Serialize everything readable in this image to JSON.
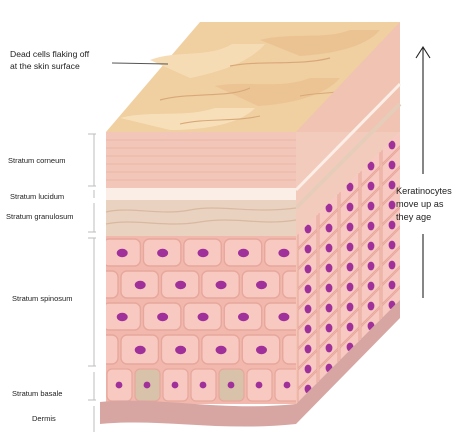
{
  "callouts": {
    "surface_line1": "Dead cells flaking off",
    "surface_line2": "at the skin surface"
  },
  "layers": [
    {
      "label": "Stratum corneum"
    },
    {
      "label": "Stratum lucidum"
    },
    {
      "label": "Stratum granulosum"
    },
    {
      "label": "Stratum spinosum"
    },
    {
      "label": "Stratum basale"
    },
    {
      "label": "Dermis"
    }
  ],
  "migration": {
    "line1": "Keratinocytes",
    "line2": "move up as",
    "line3": "they age"
  },
  "colors": {
    "surface": "#f0cfa0",
    "corneum": "#f2c6b8",
    "lucidum": "#fbeee6",
    "granulosum": "#ead2c0",
    "cell_fill": "#f7c9c1",
    "cell_border": "#e7a79c",
    "nucleus": "#a0309a",
    "dermis": "#d7a6a2",
    "basale_cell": "#d9c2aa"
  }
}
